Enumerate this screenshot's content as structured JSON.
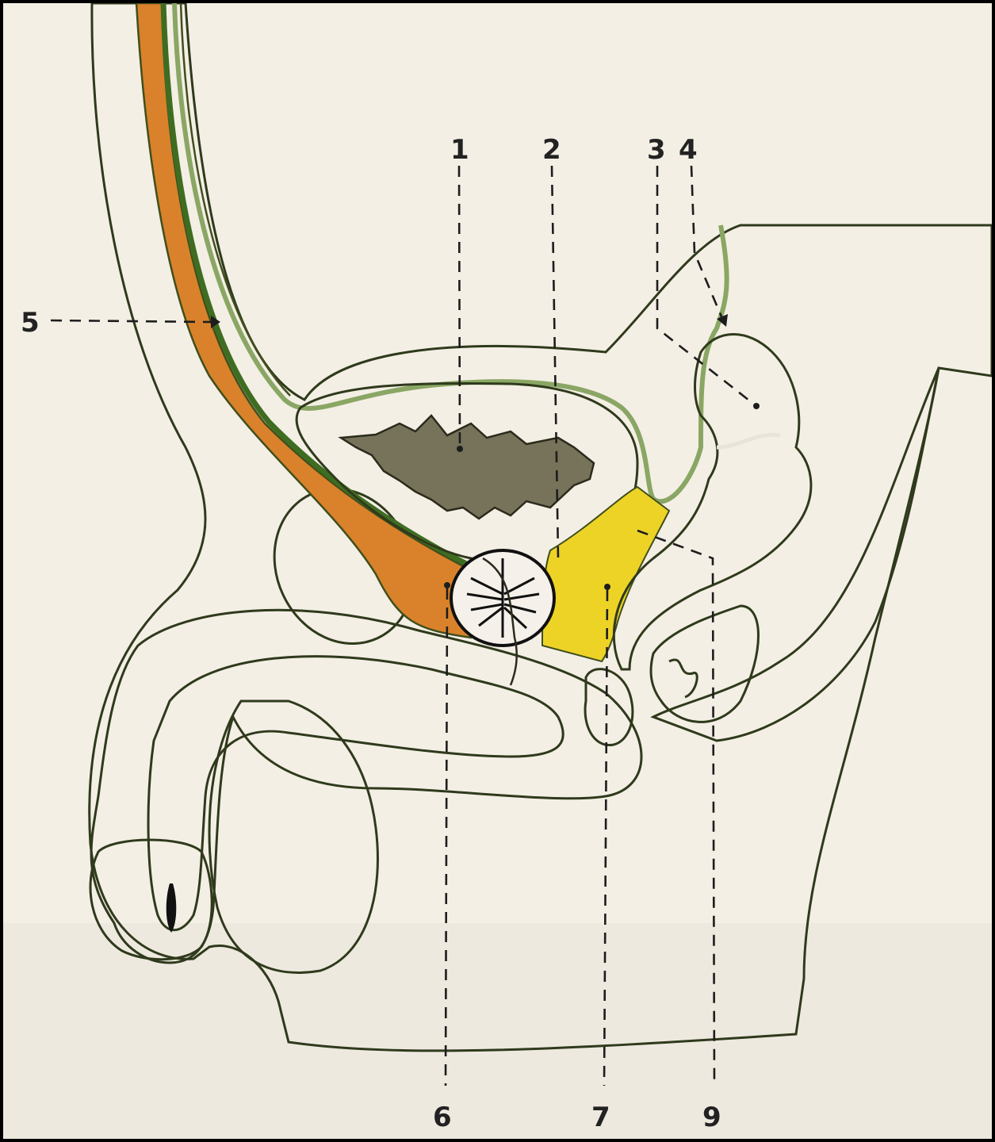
{
  "labels": [
    {
      "id": "1",
      "text": "1"
    },
    {
      "id": "2",
      "text": "2"
    },
    {
      "id": "3",
      "text": "3"
    },
    {
      "id": "4",
      "text": "4"
    },
    {
      "id": "5",
      "text": "5"
    },
    {
      "id": "6",
      "text": "6"
    },
    {
      "id": "7",
      "text": "7"
    },
    {
      "id": "9",
      "text": "9"
    }
  ],
  "colors": {
    "background": "#f4efe5",
    "skin": "#e5e0d1",
    "organ": "#c9c7b3",
    "dark_organ": "#77735a",
    "peritoneum_green": "#4f7a2c",
    "muscle_orange": "#d9822b",
    "fat_yellow": "#eed327",
    "outline": "#2f3a1c"
  }
}
